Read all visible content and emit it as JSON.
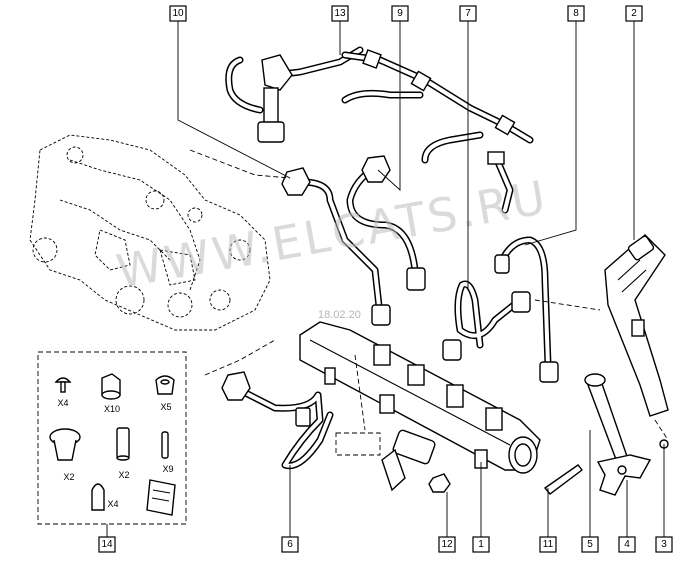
{
  "watermark": {
    "text": "WWW.ELCATS.RU",
    "date": "18.02.20"
  },
  "callouts": [
    {
      "label": "1"
    },
    {
      "label": "2"
    },
    {
      "label": "3"
    },
    {
      "label": "4"
    },
    {
      "label": "5"
    },
    {
      "label": "6"
    },
    {
      "label": "7"
    },
    {
      "label": "8"
    },
    {
      "label": "9"
    },
    {
      "label": "10"
    },
    {
      "label": "11"
    },
    {
      "label": "12"
    },
    {
      "label": "13"
    },
    {
      "label": "14"
    }
  ],
  "kit": {
    "items": [
      {
        "label": "X4"
      },
      {
        "label": "X10"
      },
      {
        "label": "X5"
      },
      {
        "label": "X2"
      },
      {
        "label": "X2"
      },
      {
        "label": "X9"
      },
      {
        "label": "X4"
      }
    ]
  }
}
